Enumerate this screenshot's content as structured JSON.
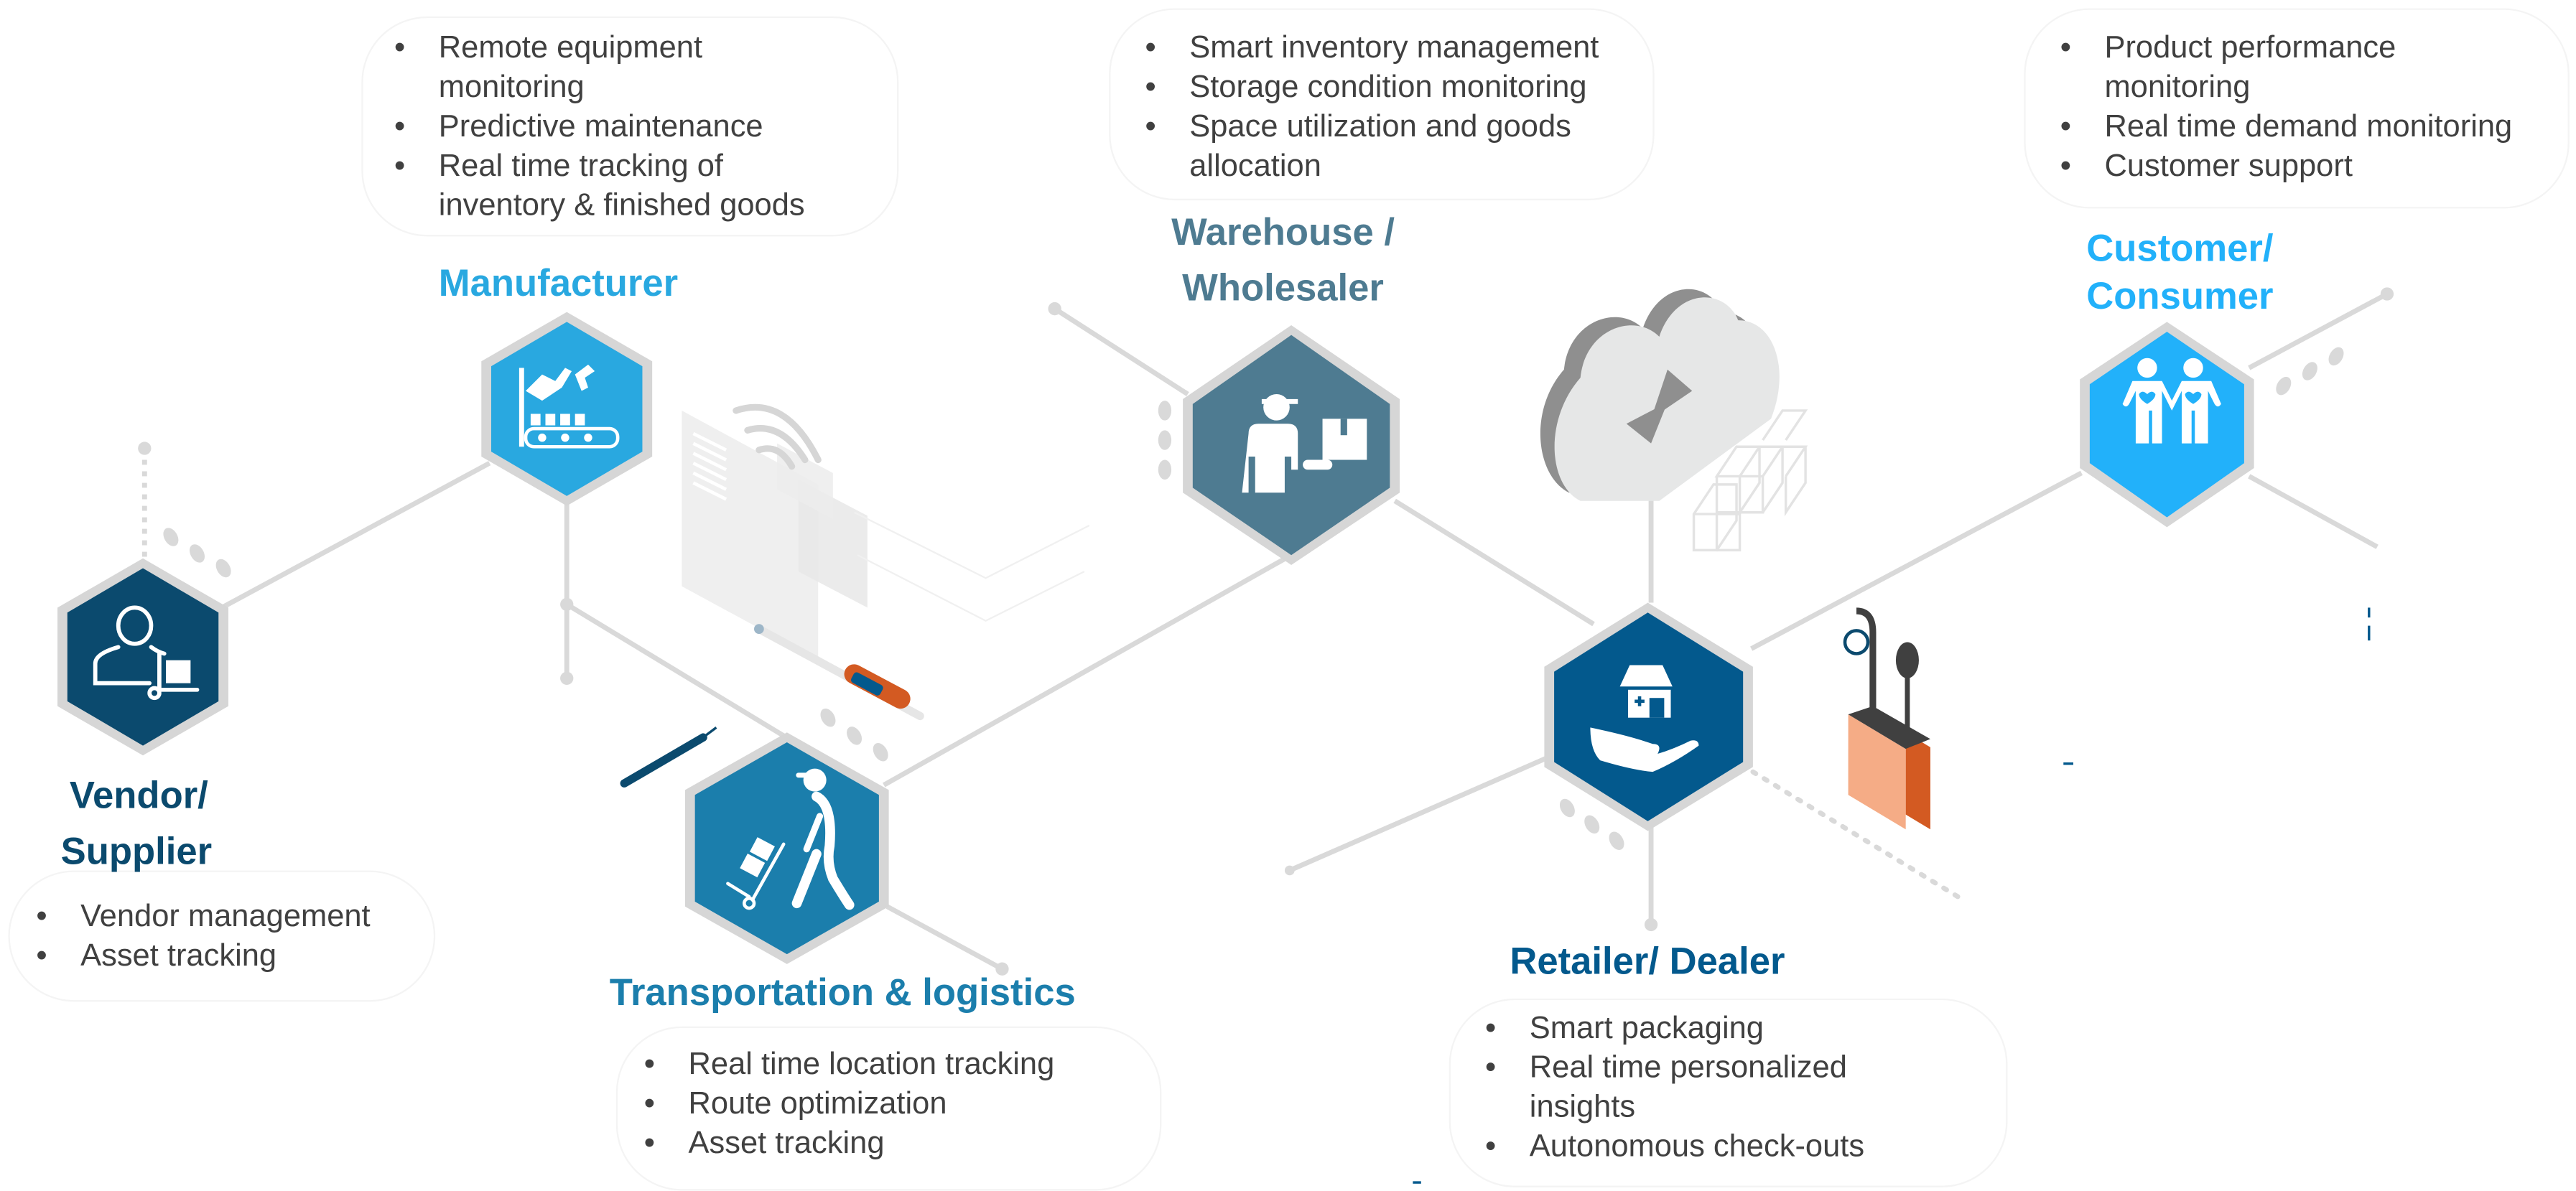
{
  "diagram": {
    "colors": {
      "connector": "#d9d9d9",
      "hex_border": "#d4d4d4",
      "bullet_text": "#404040",
      "vendor": "#0b4a6e",
      "manufacturer": "#29a8e0",
      "transportation": "#1b7eac",
      "warehouse": "#4e7b91",
      "retailer": "#03598d",
      "customer": "#22b1fa",
      "accent_orange": "#d35a22",
      "accent_peach": "#f5ac86"
    },
    "stages": [
      {
        "id": "vendor",
        "title_lines": [
          "Vendor/",
          "Supplier"
        ],
        "icon": "supplier-with-hand-truck-icon",
        "bullets": [
          "Vendor management",
          "Asset tracking"
        ]
      },
      {
        "id": "manufacturer",
        "title_lines": [
          "Manufacturer"
        ],
        "icon": "robotic-arm-conveyor-icon",
        "bullets": [
          "Remote equipment monitoring",
          "Predictive maintenance",
          "Real time tracking of inventory & finished goods"
        ],
        "bullet_lines": [
          [
            "Remote equipment",
            "monitoring"
          ],
          [
            "Predictive maintenance"
          ],
          [
            "Real time tracking of",
            "inventory & finished goods"
          ]
        ]
      },
      {
        "id": "transportation",
        "title_lines": [
          "Transportation & logistics"
        ],
        "icon": "delivery-person-hand-truck-icon",
        "bullets": [
          "Real time location tracking",
          "Route optimization",
          "Asset tracking"
        ]
      },
      {
        "id": "warehouse",
        "title_lines": [
          "Warehouse /",
          "Wholesaler"
        ],
        "icon": "worker-holding-box-icon",
        "bullets": [
          "Smart inventory management",
          "Storage condition monitoring",
          "Space utilization and goods allocation"
        ],
        "bullet_lines": [
          [
            "Smart inventory management"
          ],
          [
            "Storage condition monitoring"
          ],
          [
            "Space utilization and goods",
            "allocation"
          ]
        ]
      },
      {
        "id": "retailer",
        "title_lines": [
          "Retailer/ Dealer"
        ],
        "icon": "store-in-hand-icon",
        "bullets": [
          "Smart packaging",
          "Real time personalized insights",
          "Autonomous check-outs"
        ],
        "bullet_lines": [
          [
            "Smart packaging"
          ],
          [
            "Real time personalized",
            "insights"
          ],
          [
            "Autonomous check-outs"
          ]
        ]
      },
      {
        "id": "customer",
        "title_lines": [
          "Customer/",
          "Consumer"
        ],
        "icon": "two-people-with-hearts-icon",
        "bullets": [
          "Product performance monitoring",
          "Real time demand monitoring",
          "Customer support"
        ],
        "bullet_lines": [
          [
            "Product performance",
            "monitoring"
          ],
          [
            "Real time demand monitoring"
          ],
          [
            "Customer support"
          ]
        ]
      }
    ],
    "decorations": [
      "cloud-sync-icon",
      "rfid-scan-panel-icon",
      "digital-thermometer-icon",
      "pen-icon",
      "stacked-boxes-icon",
      "smart-shopping-bag-icon"
    ]
  }
}
